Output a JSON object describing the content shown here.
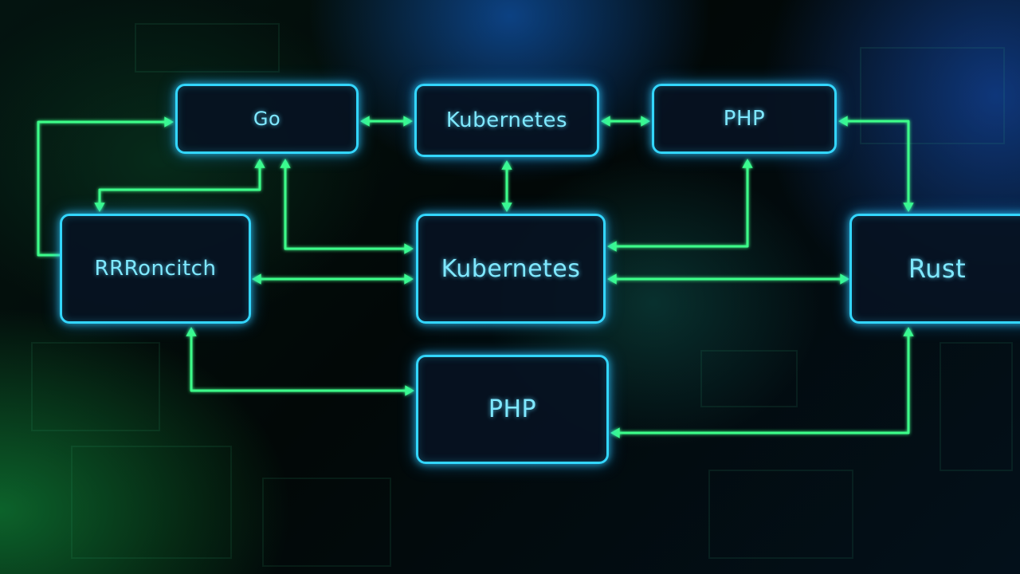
{
  "diagram": {
    "nodes": [
      {
        "id": "go",
        "label": "Go"
      },
      {
        "id": "kubernetes_top",
        "label": "Kubernetes"
      },
      {
        "id": "php_top",
        "label": "PHP"
      },
      {
        "id": "rroncitch",
        "label": "RRRoncitch"
      },
      {
        "id": "kubernetes_center",
        "label": "Kubernetes"
      },
      {
        "id": "rust",
        "label": "Rust"
      },
      {
        "id": "php_bottom",
        "label": "PHP"
      }
    ],
    "edges": [
      {
        "from": "go",
        "to": "kubernetes_top",
        "direction": "both"
      },
      {
        "from": "kubernetes_top",
        "to": "php_top",
        "direction": "both"
      },
      {
        "from": "kubernetes_top",
        "to": "kubernetes_center",
        "direction": "both"
      },
      {
        "from": "rroncitch",
        "to": "go",
        "direction": "forward"
      },
      {
        "from": "go",
        "to": "rroncitch",
        "direction": "both"
      },
      {
        "from": "kubernetes_center",
        "to": "go",
        "direction": "both"
      },
      {
        "from": "rroncitch",
        "to": "kubernetes_center",
        "direction": "both"
      },
      {
        "from": "php_top",
        "to": "kubernetes_center",
        "direction": "both"
      },
      {
        "from": "kubernetes_center",
        "to": "rust",
        "direction": "both"
      },
      {
        "from": "php_top",
        "to": "rust",
        "direction": "both"
      },
      {
        "from": "rroncitch",
        "to": "php_bottom",
        "direction": "both"
      },
      {
        "from": "rust",
        "to": "php_bottom",
        "direction": "both"
      }
    ]
  },
  "colors": {
    "node_border": "#33d6ff",
    "node_text": "#7fe8ff",
    "link": "#3dff8a",
    "background": "#020807"
  }
}
